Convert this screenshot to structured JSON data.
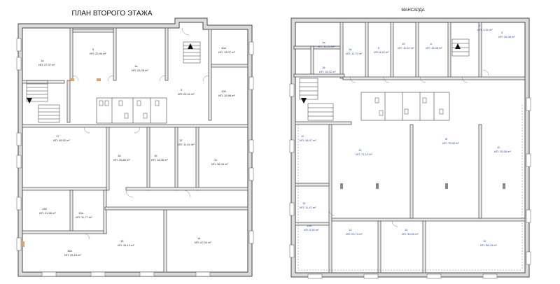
{
  "left_plan": {
    "title": "ПЛАН ВТОРОГО ЭТАЖА",
    "rooms": [
      {
        "num": "1a",
        "area": "ИП: 27,37 m²"
      },
      {
        "num": "II",
        "area": "ИП: 22,94 m²"
      },
      {
        "num": "1a",
        "area": "ИП: 23,28 m²"
      },
      {
        "num": "10a",
        "area": "ИП: 13,07 m²"
      },
      {
        "num": "10б",
        "area": "ИП: 10,98 m²"
      },
      {
        "num": "9",
        "area": "ИП: 25,31 m²"
      },
      {
        "num": "17",
        "area": "ИП: 49,52 m²"
      },
      {
        "num": "18",
        "area": "ИП: 25,80 m²"
      },
      {
        "num": "19",
        "area": "ИП: 14,36 m²"
      },
      {
        "num": "12",
        "area": "ИП: 11,44 m²"
      },
      {
        "num": "11",
        "area": "ИП: 36,26 m²"
      },
      {
        "num": "13б",
        "area": "ИП: 21,56 m²"
      },
      {
        "num": "13a",
        "area": "ИП: 11,77 m²"
      },
      {
        "num": "15",
        "area": "ИП: 34,13 m²"
      },
      {
        "num": "14",
        "area": "ИП: 47,04 m²"
      },
      {
        "num": "16a",
        "area": "ИП: 33,15 m²"
      }
    ]
  },
  "right_plan": {
    "title": "МАНСАРДА",
    "rooms": [
      {
        "num": "1a",
        "area": "ИП: 12,23 m²"
      },
      {
        "num": "1в",
        "area": "ИП: 11,73 m²"
      },
      {
        "num": "II",
        "area": "ИП: 8,93 m²"
      },
      {
        "num": "1б",
        "area": "ИП: 11,32 m²"
      },
      {
        "num": "1г",
        "area": "ИП: 15,98 m²"
      },
      {
        "num": "2",
        "area": "ИП: 1,34 m²"
      },
      {
        "num": "3",
        "area": "ИП: 26,38 m²"
      },
      {
        "num": "16",
        "area": "ИП: 15,22 m²"
      },
      {
        "num": "10",
        "area": "ИП: 18,97 m²"
      },
      {
        "num": "13",
        "area": "ИП: 71,12 m²"
      },
      {
        "num": "III",
        "area": "ИП: 75,60 m²"
      },
      {
        "num": "11",
        "area": "ИП: 25,55 m²"
      },
      {
        "num": "15",
        "area": "ИП: 11,12 m²"
      },
      {
        "num": "15a",
        "area": "ИП: 6,56 m²"
      },
      {
        "num": "14",
        "area": "ИП: 23,73 m²"
      },
      {
        "num": "15",
        "area": "ИП: 30,69 m²"
      },
      {
        "num": "12",
        "area": "ИП: 58,23 m²"
      }
    ]
  }
}
